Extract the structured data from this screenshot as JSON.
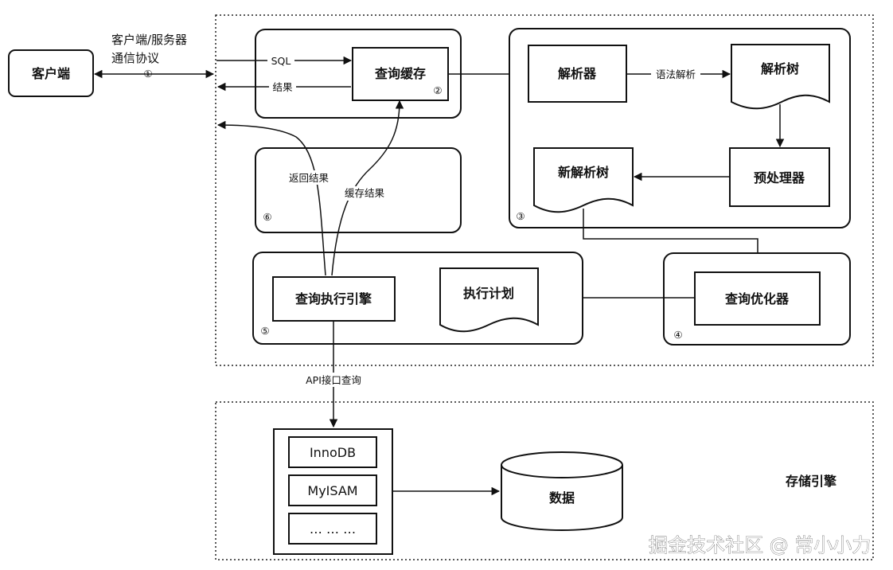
{
  "nodes": {
    "client": "客户端",
    "client_protocol_line1": "客户端/服务器",
    "client_protocol_line2": "通信协议",
    "client_protocol_num": "①",
    "query_cache": "查询缓存",
    "query_cache_num": "②",
    "parser": "解析器",
    "parse_tree": "解析树",
    "preprocessor": "预处理器",
    "new_parse_tree": "新解析树",
    "module3_num": "③",
    "optimizer": "查询优化器",
    "module4_num": "④",
    "exec_plan": "执行计划",
    "exec_engine": "查询执行引擎",
    "module5_num": "⑤",
    "module6_num": "⑥",
    "innodb": "InnoDB",
    "myisam": "MyISAM",
    "more_engines": "… … …",
    "data": "数据",
    "storage_engine": "存储引擎"
  },
  "edges": {
    "sql": "SQL",
    "result": "结果",
    "syntax_parse": "语法解析",
    "return_result": "返回结果",
    "cache_result": "缓存结果",
    "api_query": "API接口查询"
  },
  "watermark": "掘金技术社区 @ 常小小力"
}
